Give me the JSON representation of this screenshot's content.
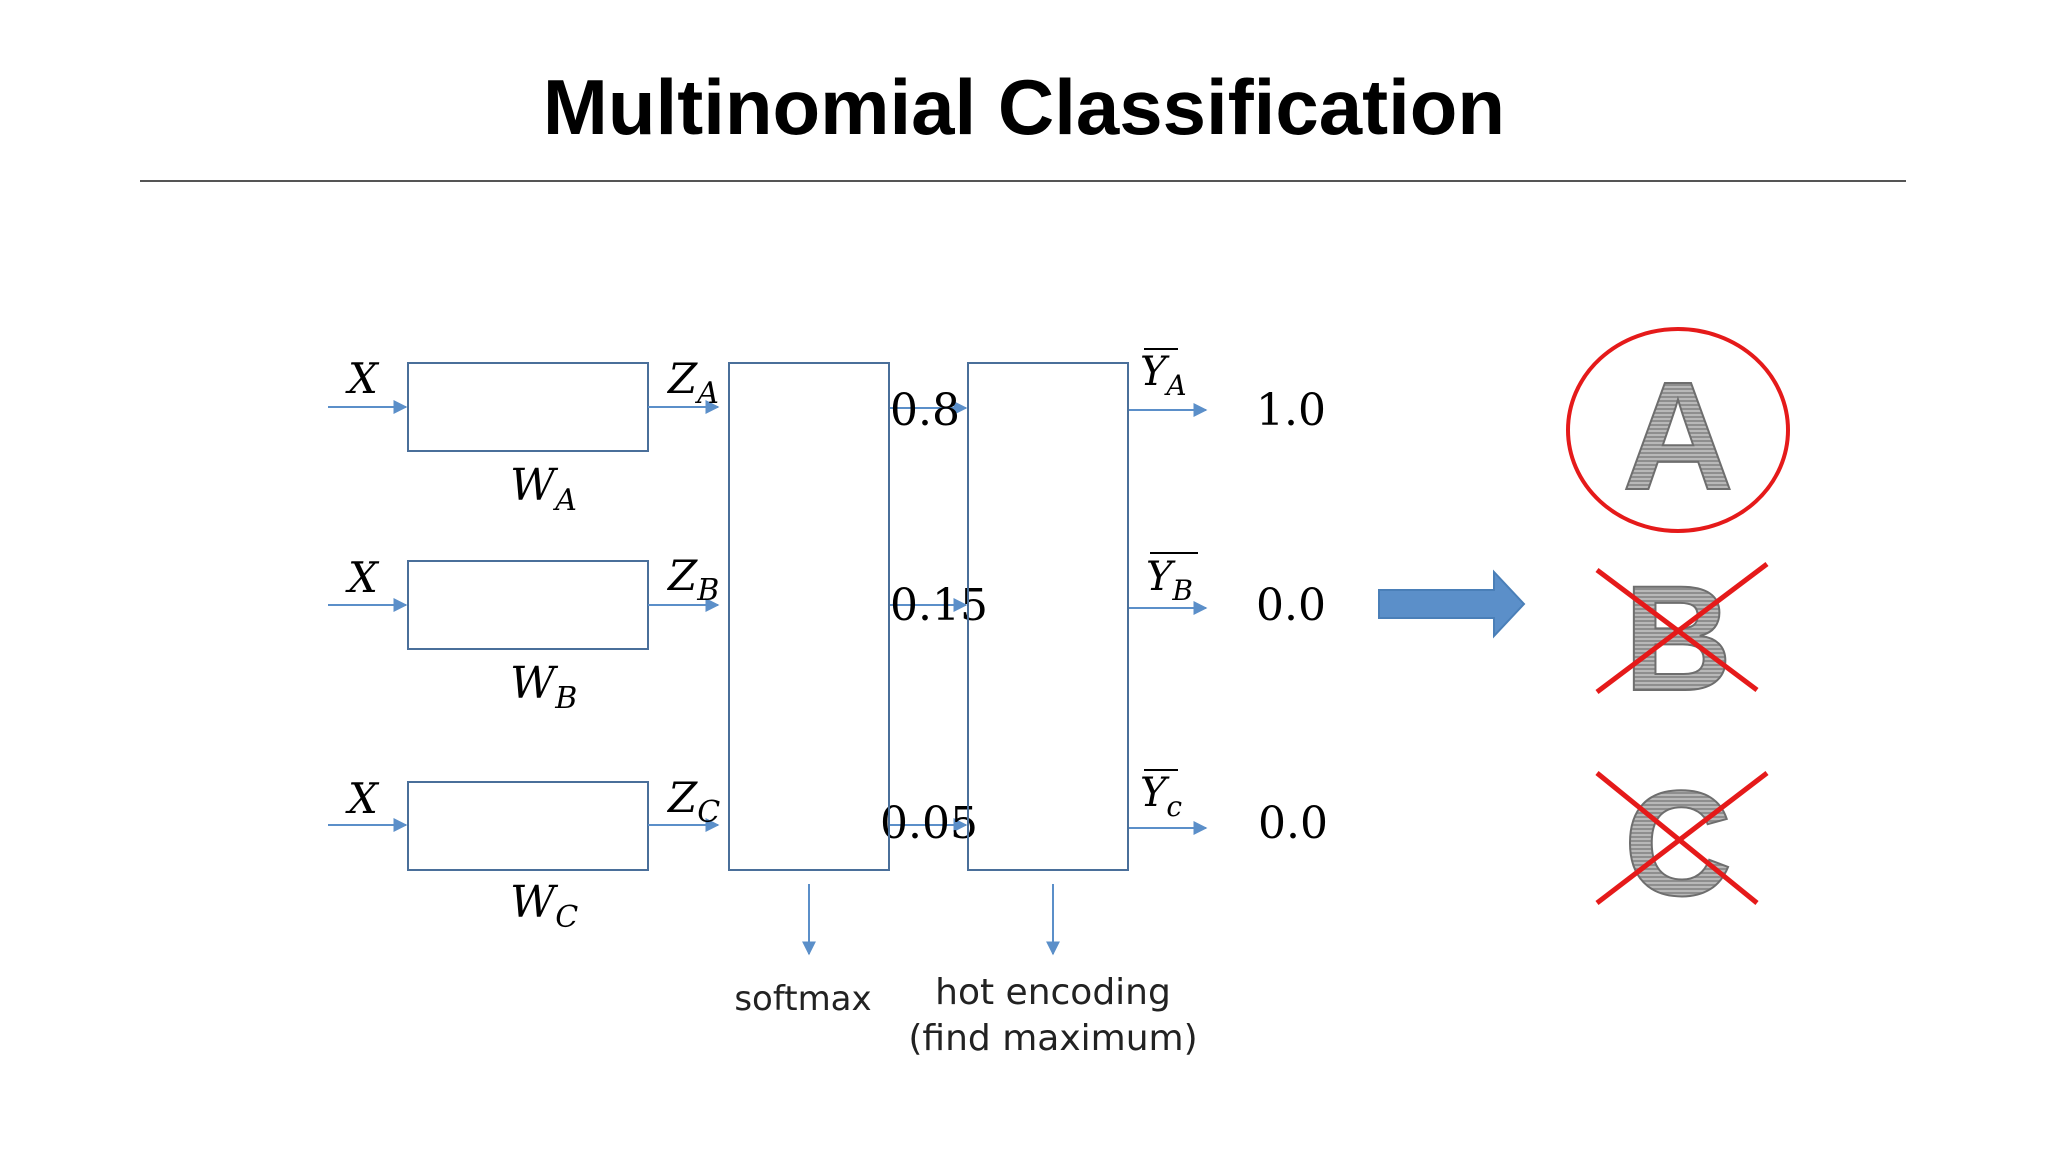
{
  "title": "Multinomial Classification",
  "inputs": [
    "X",
    "X",
    "X"
  ],
  "weights": [
    {
      "base": "W",
      "sub": "A"
    },
    {
      "base": "W",
      "sub": "B"
    },
    {
      "base": "W",
      "sub": "C"
    }
  ],
  "logits": [
    {
      "base": "Z",
      "sub": "A"
    },
    {
      "base": "Z",
      "sub": "B"
    },
    {
      "base": "Z",
      "sub": "C"
    }
  ],
  "probabilities": [
    "0.8",
    "0.15",
    "0.05"
  ],
  "outputs": [
    {
      "base": "Y",
      "sub": "A"
    },
    {
      "base": "Y",
      "sub": "B"
    },
    {
      "base": "Y",
      "sub": "c"
    }
  ],
  "onehot": [
    "1.0",
    "0.0",
    "0.0"
  ],
  "labels": {
    "softmax": "softmax",
    "hot_encoding_line1": "hot encoding",
    "hot_encoding_line2": "(find maximum)"
  },
  "classes": [
    "A",
    "B",
    "C"
  ],
  "colors": {
    "box_stroke": "#4a6f9a",
    "arrow": "#5b8fc9",
    "big_arrow": "#5b8fc9",
    "mark_red": "#e51a1a",
    "letter_gray": "#8c8c8c"
  }
}
